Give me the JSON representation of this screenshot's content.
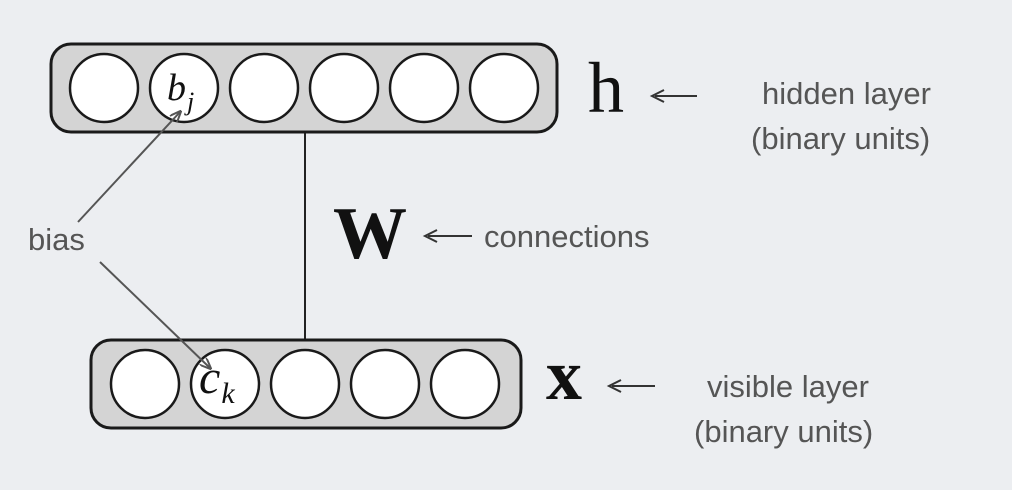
{
  "hidden_layer": {
    "symbol": "h",
    "unit_count": 6,
    "bias_unit_label": "b",
    "bias_unit_subscript": "j",
    "description_line1": "hidden layer",
    "description_line2": "(binary units)"
  },
  "visible_layer": {
    "symbol": "x",
    "unit_count": 5,
    "bias_unit_label": "c",
    "bias_unit_subscript": "k",
    "description_line1": "visible layer",
    "description_line2": "(binary units)"
  },
  "weights": {
    "symbol": "W",
    "description": "connections"
  },
  "bias_label": "bias",
  "arrow_glyph": "←"
}
